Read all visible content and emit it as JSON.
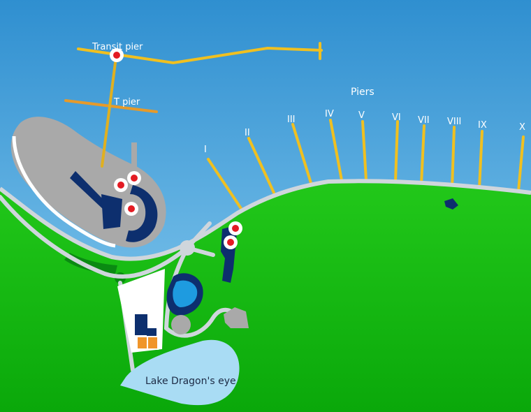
{
  "colors": {
    "sea_top": "#2f8fd0",
    "sea_bottom": "#8fd0f2",
    "land": "#0cbf0c",
    "land_dark": "#0a8a12",
    "quay": "#a9a9a9",
    "shore": "#cfd6dc",
    "pier": "#f0c020",
    "pier_orange": "#e69a2a",
    "building": "#0d2f6e",
    "pool": "#1e9be0",
    "lake": "#a9dcf4",
    "court": "#f0952a",
    "pin_red": "#e31b23"
  },
  "labels": {
    "transit_pier": "Transit pier",
    "t_pier": "T pier",
    "piers": "Piers",
    "lake": "Lake Dragon's eye"
  },
  "piers": [
    "I",
    "II",
    "III",
    "IV",
    "V",
    "VI",
    "VII",
    "VIII",
    "IX",
    "X"
  ],
  "markers": {
    "transit": "location-marker",
    "quay_upper": "location-marker",
    "quay_left": "location-marker",
    "quay_lower": "location-marker",
    "shore_upper": "location-marker",
    "shore_lower": "location-marker"
  }
}
